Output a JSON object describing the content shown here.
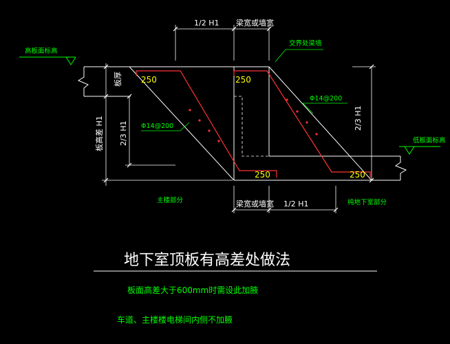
{
  "labels": {
    "high_slab_elev": "高板面标高",
    "low_slab_elev": "低板面标高",
    "half_h1_top": "1/2 H1",
    "beam_width_top": "梁宽或墙宽",
    "half_h1_bottom": "1/2 H1",
    "beam_width_bottom": "梁宽或墙宽",
    "junction_beam_wall": "交界处梁墙",
    "slab_thickness": "板厚",
    "slab_height_diff": "板高差 H1",
    "two_thirds_h1_left": "2/3 H1",
    "two_thirds_h1_right": "2/3 H1",
    "rebar_left": "Φ14@200",
    "rebar_right": "Φ14@200",
    "anchor_top_left": "250",
    "anchor_top_mid": "250",
    "anchor_bottom_mid": "250",
    "anchor_bottom_right": "250",
    "main_building_part": "主楼部分",
    "pure_basement_part": "纯地下室部分"
  },
  "notes": {
    "title": "地下室顶板有高差处做法",
    "line1": "板面高差大于600mm时需设此加腋",
    "line2": "车道、主楼楼电梯间内侧不加腋"
  },
  "colors": {
    "background": "#000000",
    "structure": "#ffffff",
    "rebar": "#ff3333",
    "leader": "#00ff00",
    "anchor_label": "#ffff00"
  }
}
